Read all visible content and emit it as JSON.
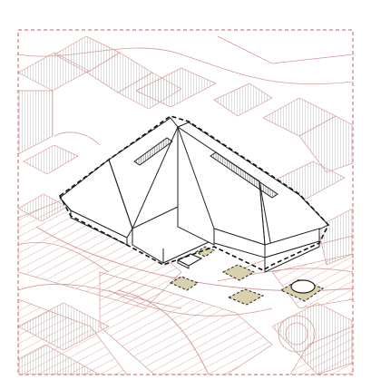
{
  "diagram": {
    "kind": "axonometric-site-plan",
    "colors": {
      "context_line": "#d99a9a",
      "context_hatch": "#c9c9c9",
      "building_line": "#222222",
      "building_fill": "#ffffff",
      "paving_fill": "#d8d2ac",
      "boundary_line": "#c06060"
    },
    "elements": [
      {
        "name": "site-boundary",
        "style": "dashed"
      },
      {
        "name": "main-building",
        "roof": "hipped",
        "outline": "dashed"
      },
      {
        "name": "courtyard-paving-patches",
        "count": 5
      },
      {
        "name": "bench-icon"
      },
      {
        "name": "planter-icon"
      },
      {
        "name": "context-buildings",
        "style": "hatched"
      },
      {
        "name": "street-hatching",
        "style": "parallel-lines"
      }
    ]
  }
}
